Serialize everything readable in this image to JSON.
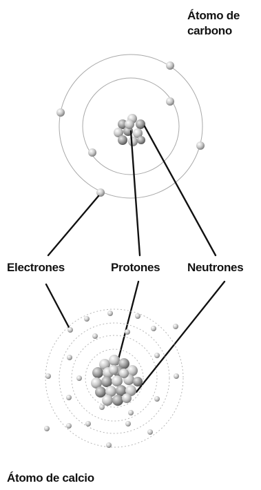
{
  "carbon": {
    "title_line1": "Átomo de",
    "title_line2": "carbono"
  },
  "labels": {
    "electrons": "Electrones",
    "protons": "Protones",
    "neutrons": "Neutrones"
  },
  "calcium": {
    "title": "Átomo de calcio"
  },
  "colors": {
    "line": "#111111",
    "orbit": "#9a9a9a",
    "particle": "#c4c4c4",
    "text": "#111111"
  },
  "counts": {
    "carbon_electrons": 6,
    "calcium_electrons": 20
  }
}
